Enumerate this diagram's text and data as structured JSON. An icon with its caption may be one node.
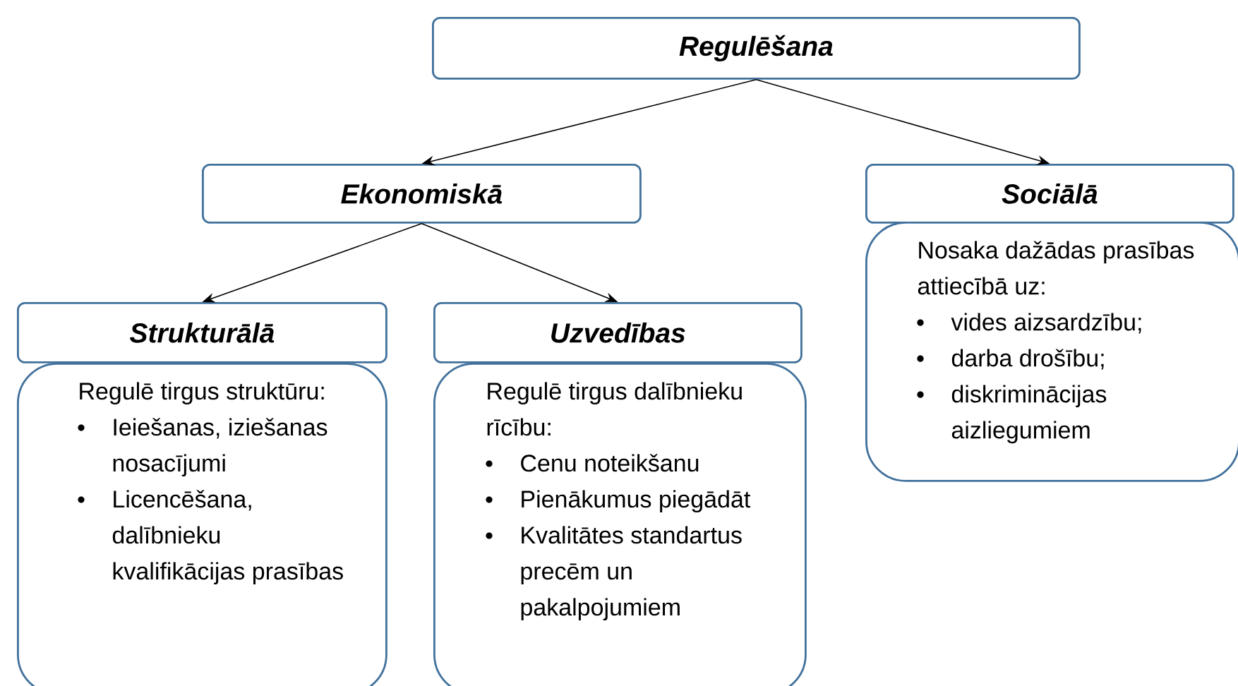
{
  "diagram": {
    "nodes": [
      {
        "text": [
          "Regulēšana"
        ]
      },
      {
        "text": [
          "Ekonomiskā"
        ]
      },
      {
        "text": [
          "Sociālā"
        ]
      },
      {
        "text": [
          "Strukturālā"
        ]
      },
      {
        "text": [
          "Uzvedības"
        ]
      },
      {
        "text": [
          "Regulē tirgus struktūru:",
          "Ieiešanas, iziešanas nosacījumi",
          "Licencēšana, dalībnieku kvalifikācijas prasības"
        ]
      },
      {
        "text": [
          "Regulē tirgus dalībnieku rīcību:",
          "Cenu noteikšanu",
          "Pienākumus piegādāt",
          "Kvalitātes standartus precēm un pakalpojumiem"
        ]
      },
      {
        "text": [
          "Nosaka dažādas prasības attiecībā uz:",
          "vides aizsardzību;",
          "darba drošību;",
          "diskriminācijas aizliegumiem"
        ]
      }
    ],
    "edges": [
      {
        "from": 0,
        "to": 1,
        "arrow": "to"
      },
      {
        "from": 0,
        "to": 2,
        "arrow": "to"
      },
      {
        "from": 1,
        "to": 3,
        "arrow": "to"
      },
      {
        "from": 1,
        "to": 4,
        "arrow": "to"
      }
    ]
  }
}
